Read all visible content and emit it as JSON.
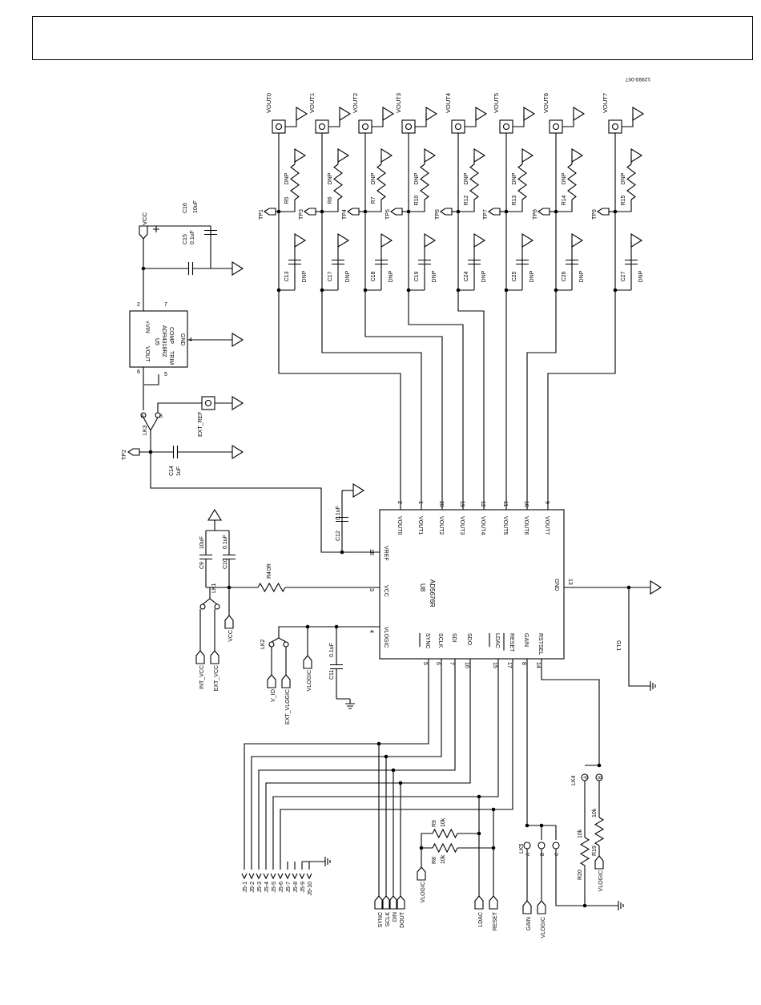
{
  "drawing_number": "12993-007",
  "dac": {
    "ref": "U8",
    "part": "AD5676R",
    "outputs": [
      {
        "label": "VOUT0",
        "pin": "2"
      },
      {
        "label": "VOUT1",
        "pin": "1"
      },
      {
        "label": "VOUT2",
        "pin": "20"
      },
      {
        "label": "VOUT3",
        "pin": "19"
      },
      {
        "label": "VOUT4",
        "pin": "12"
      },
      {
        "label": "VOUT5",
        "pin": "11"
      },
      {
        "label": "VOUT6",
        "pin": "10"
      },
      {
        "label": "VOUT7",
        "pin": "9"
      }
    ],
    "left_pins": [
      {
        "label": "VREF",
        "pin": "18"
      },
      {
        "label": "VCC",
        "pin": "3"
      },
      {
        "label": "VLOGIC",
        "pin": "4"
      }
    ],
    "bottom_pins": [
      {
        "label": "SYNC",
        "pin": "5"
      },
      {
        "label": "SCLK",
        "pin": "6"
      },
      {
        "label": "SDI",
        "pin": "7"
      },
      {
        "label": "SDO",
        "pin": "16"
      },
      {
        "label": "LDAC",
        "pin": "15"
      },
      {
        "label": "RESET",
        "pin": "17"
      },
      {
        "label": "GAIN",
        "pin": "8"
      },
      {
        "label": "RSTSEL",
        "pin": "14"
      }
    ],
    "gnd_pin": {
      "label": "GND",
      "pin": "13"
    }
  },
  "reference": {
    "ref": "U5",
    "part": "ADR4318RZ",
    "pins": [
      {
        "label": "+VIN",
        "pin": "2"
      },
      {
        "label": "COMP",
        "pin": "7"
      },
      {
        "label": "GND",
        "pin": "4"
      },
      {
        "label": "VOUT",
        "pin": "6"
      },
      {
        "label": "TRIM",
        "pin": "5"
      }
    ]
  },
  "channels": [
    {
      "out": "VOUT0",
      "tp": "TP1",
      "res": "R5",
      "cap": "C13"
    },
    {
      "out": "VOUT1",
      "tp": "TP3",
      "res": "R6",
      "cap": "C17"
    },
    {
      "out": "VOUT2",
      "tp": "TP4",
      "res": "R7",
      "cap": "C18"
    },
    {
      "out": "VOUT3",
      "tp": "TP5",
      "res": "R10",
      "cap": "C19"
    },
    {
      "out": "VOUT4",
      "tp": "TP6",
      "res": "R12",
      "cap": "C24"
    },
    {
      "out": "VOUT5",
      "tp": "TP7",
      "res": "R13",
      "cap": "C25"
    },
    {
      "out": "VOUT6",
      "tp": "TP8",
      "res": "R14",
      "cap": "C26"
    },
    {
      "out": "VOUT7",
      "tp": "TP9",
      "res": "R15",
      "cap": "C27"
    }
  ],
  "labels": {
    "dnp": "DNP",
    "vcc": "VCC",
    "c16": "C16",
    "c16_val": "10uF",
    "c15": "C15",
    "c15_val": "0.1uF",
    "lk3": "LK3",
    "lk3_a": "A",
    "lk3_b": "B",
    "ext_ref": "EXT_REF",
    "tp2": "TP2",
    "c14": "C14",
    "c14_val": "1uF",
    "c12": "C12",
    "c12_val": "0.1uF",
    "c9": "C9",
    "c9_val": "10uF",
    "c10": "C10",
    "c10_val": "0.1uF",
    "r4": "R4",
    "r4_val": "0R",
    "lk1": "LK1",
    "int_vcc": "INT_VCC",
    "ext_vcc": "EXT_VCC",
    "vcc_port": "VCC",
    "lk2": "LK2",
    "v_io": "V_IO",
    "ext_vlogic": "EXT_VLOGIC",
    "vlogic": "VLOGIC",
    "c11": "C11",
    "c11_val": "0.1uF",
    "gl1": "GL1",
    "j5": [
      "J5-1",
      "J5-2",
      "J5-3",
      "J5-4",
      "J5-5",
      "J5-6",
      "J5-7",
      "J5-8",
      "J5-9",
      "J5-10"
    ],
    "r9": "R9",
    "r9_val": "10k",
    "r8": "R8",
    "r8_val": "10k",
    "lk4": "LK4",
    "lk4_a": "A",
    "lk4_b": "B",
    "lk5": "LK5",
    "lk5_a": "A",
    "lk5_b": "B",
    "lk5_c": "C",
    "r19": "R19",
    "r19_val": "10k",
    "r20": "R20",
    "r20_val": "10k",
    "ports": [
      "SYNC",
      "SCLK",
      "DIN",
      "DOUT",
      "VLOGIC",
      "LDAC",
      "RESET",
      "GAIN",
      "VLOGIC"
    ]
  }
}
